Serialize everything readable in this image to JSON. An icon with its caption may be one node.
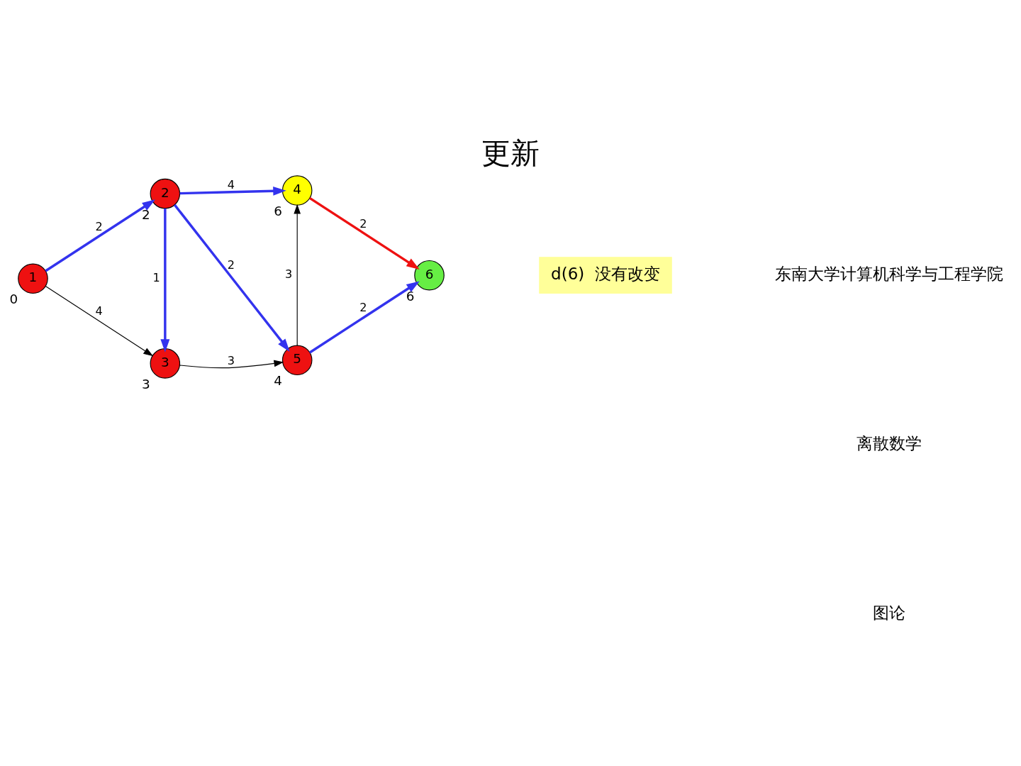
{
  "diagram": {
    "title": "更新",
    "nodes": [
      {
        "text": [
          "1"
        ],
        "beside": [
          "0"
        ]
      },
      {
        "text": [
          "2"
        ],
        "beside": [
          "2"
        ]
      },
      {
        "text": [
          "3"
        ],
        "beside": [
          "3"
        ]
      },
      {
        "text": [
          "4"
        ],
        "beside": [
          "6"
        ]
      },
      {
        "text": [
          "5"
        ],
        "beside": [
          "4"
        ]
      },
      {
        "text": [
          "6"
        ],
        "beside": [
          "6"
        ]
      },
      {
        "text": [
          "d(6)  没有改变"
        ]
      }
    ],
    "edges": [
      {
        "from": 0,
        "to": 1,
        "arrow": "to",
        "label": "2"
      },
      {
        "from": 0,
        "to": 2,
        "arrow": "to",
        "label": "4",
        "color": "#000000"
      },
      {
        "from": 1,
        "to": 3,
        "arrow": "to",
        "label": "4"
      },
      {
        "from": 1,
        "to": 2,
        "arrow": "to",
        "label": "1"
      },
      {
        "from": 1,
        "to": 4,
        "arrow": "to",
        "label": "2"
      },
      {
        "from": 2,
        "to": 4,
        "arrow": "to",
        "label": "3",
        "color": "#000000"
      },
      {
        "from": 4,
        "to": 3,
        "arrow": "to",
        "label": "3",
        "color": "#000000"
      },
      {
        "from": 3,
        "to": 5,
        "arrow": "to",
        "label": "2",
        "color": "#ee1111"
      },
      {
        "from": 4,
        "to": 5,
        "arrow": "to",
        "label": "2"
      }
    ],
    "labels": [
      "东南大学计算机科学与工程学院",
      "离散数学",
      "图论"
    ]
  }
}
